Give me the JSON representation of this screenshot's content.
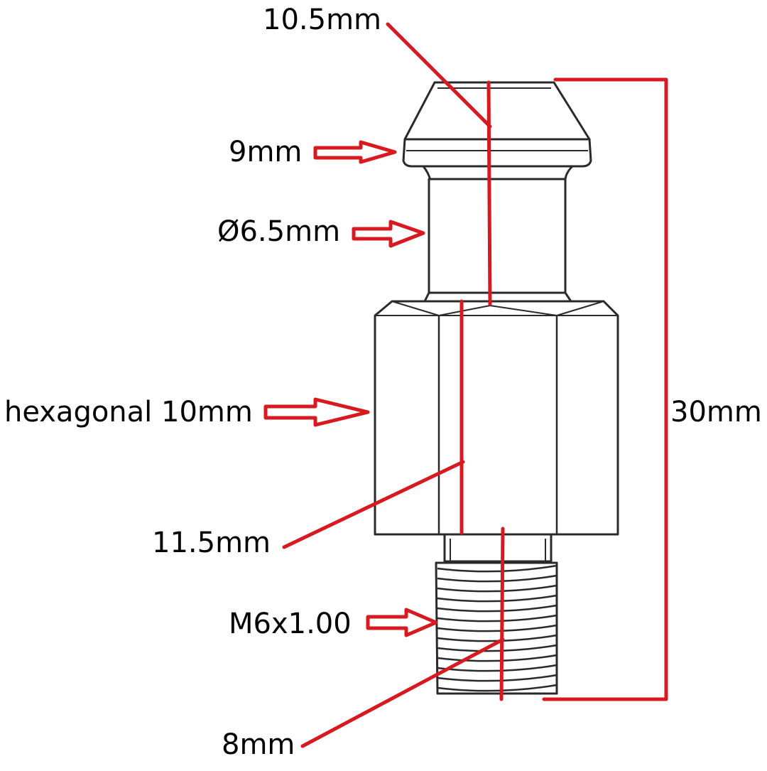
{
  "diagram": {
    "labels": {
      "top_width": "10.5mm",
      "collar": "9mm",
      "shank_diameter": "Ø6.5mm",
      "hex": "hexagonal 10mm",
      "total_length": "30mm",
      "hex_length": "11.5mm",
      "thread": "M6x1.00",
      "thread_length": "8mm"
    },
    "colors": {
      "annotation": "#d71920",
      "outline": "#2a2a2a",
      "metal": "#ffffff",
      "text": "#000000"
    }
  }
}
